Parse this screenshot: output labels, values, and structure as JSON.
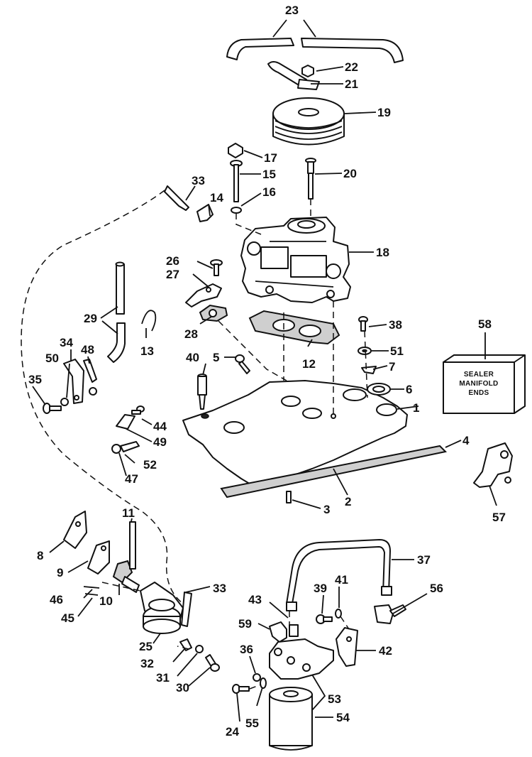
{
  "callouts": {
    "c1": "1",
    "c2": "2",
    "c3": "3",
    "c4": "4",
    "c5": "5",
    "c6": "6",
    "c7": "7",
    "c8": "8",
    "c9": "9",
    "c10": "10",
    "c11": "11",
    "c12": "12",
    "c13": "13",
    "c14": "14",
    "c15": "15",
    "c16": "16",
    "c17": "17",
    "c18": "18",
    "c19": "19",
    "c20": "20",
    "c21": "21",
    "c22": "22",
    "c23": "23",
    "c24": "24",
    "c25": "25",
    "c26": "26",
    "c27": "27",
    "c28": "28",
    "c29": "29",
    "c30": "30",
    "c31": "31",
    "c32": "32",
    "c33a": "33",
    "c33b": "33",
    "c34": "34",
    "c35": "35",
    "c36": "36",
    "c37": "37",
    "c38": "38",
    "c39": "39",
    "c40": "40",
    "c41": "41",
    "c42": "42",
    "c43": "43",
    "c44": "44",
    "c45": "45",
    "c46": "46",
    "c47": "47",
    "c48": "48",
    "c49": "49",
    "c50": "50",
    "c51": "51",
    "c52": "52",
    "c53": "53",
    "c54": "54",
    "c55": "55",
    "c56": "56",
    "c57": "57",
    "c58": "58",
    "c59": "59"
  },
  "sealer_box": {
    "line1": "SEALER",
    "line2": "MANIFOLD",
    "line3": "ENDS"
  }
}
